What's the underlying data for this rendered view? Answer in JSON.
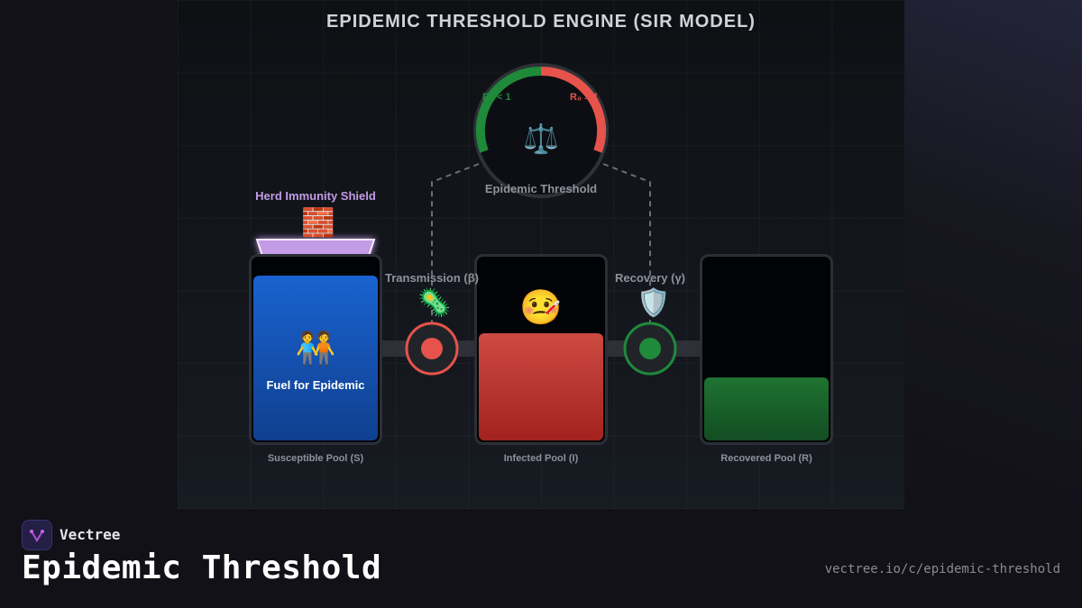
{
  "title": "EPIDEMIC THRESHOLD ENGINE (SIR MODEL)",
  "gauge": {
    "label": "Epidemic Threshold",
    "low_label": "R₀ < 1",
    "high_label": "R₀ > 1",
    "icon": "balance-scale-icon",
    "low_color": "#1f8a3a",
    "high_color": "#e5534b"
  },
  "shield": {
    "label": "Herd Immunity Shield",
    "icon": "brick-icon",
    "color": "#c39be6"
  },
  "transmission": {
    "label": "Transmission (β)",
    "icon": "microbe-icon",
    "color": "#e5534b"
  },
  "recovery": {
    "label": "Recovery (γ)",
    "icon": "shield-icon",
    "color": "#1f8a3a"
  },
  "pools": {
    "susceptible": {
      "label": "Susceptible Pool (S)",
      "inner_label": "Fuel for Epidemic",
      "icon": "people-holding-hands-icon",
      "fill_level": 0.88,
      "color": "#1a5fc8"
    },
    "infected": {
      "label": "Infected Pool (I)",
      "icon": "face-with-thermometer-icon",
      "fill_level": 0.58,
      "color": "#c8413b"
    },
    "recovered": {
      "label": "Recovered Pool (R)",
      "fill_level": 0.34,
      "color": "#1b6b2d"
    }
  },
  "footer": {
    "brand": "Vectree",
    "heading": "Epidemic Threshold",
    "url": "vectree.io/c/epidemic-threshold"
  }
}
